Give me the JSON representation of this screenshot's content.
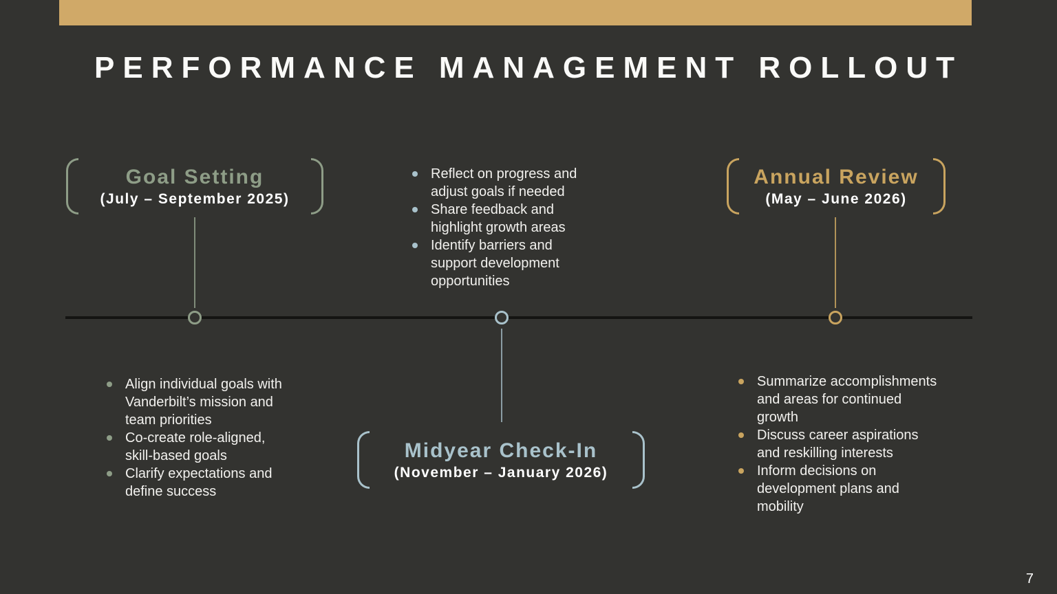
{
  "slide": {
    "title": "PERFORMANCE MANAGEMENT ROLLOUT",
    "page_number": "7"
  },
  "colors": {
    "background": "#333330",
    "bar_gold": "#D0A968",
    "gold": "#C9A45F",
    "sage": "#8E9D87",
    "blue": "#A9C2CB",
    "line": "#141412",
    "text": "#F2F1EE"
  },
  "timeline": {
    "phases": [
      {
        "id": "goal-setting",
        "title": "Goal Setting",
        "dates": "(July – September 2025)",
        "color": "#8E9D87",
        "bullets": [
          "Align individual goals with Vanderbilt’s mission and team priorities",
          "Co-create role-aligned, skill-based goals",
          "Clarify expectations and define success"
        ]
      },
      {
        "id": "midyear-check-in",
        "title": "Midyear Check-In",
        "dates": "(November – January 2026)",
        "color": "#A9C2CB",
        "bullets": [
          "Reflect on progress and adjust goals if needed",
          "Share feedback and highlight growth areas",
          "Identify barriers and support development opportunities"
        ]
      },
      {
        "id": "annual-review",
        "title": "Annual Review",
        "dates": "(May – June 2026)",
        "color": "#C9A45F",
        "bullets": [
          "Summarize accomplishments and areas for continued growth",
          "Discuss career aspirations and reskilling interests",
          "Inform decisions on development plans and mobility"
        ]
      }
    ]
  }
}
